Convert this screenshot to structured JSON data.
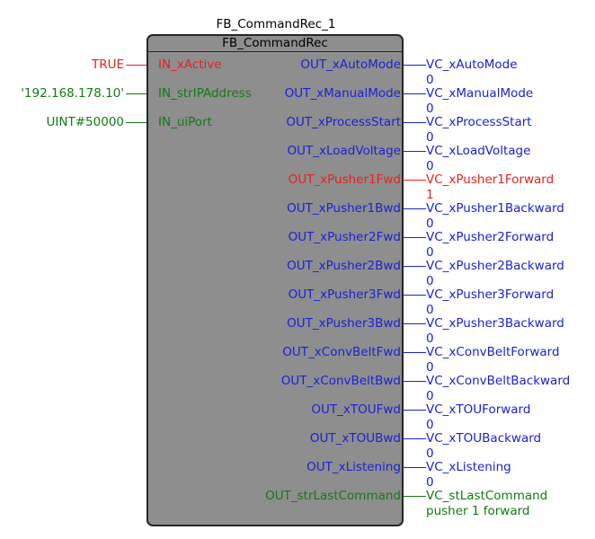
{
  "block": {
    "instance_name": "FB_CommandRec_1",
    "type_name": "FB_CommandRec"
  },
  "inputs": [
    {
      "pin": "IN_xActive",
      "value": "TRUE",
      "color": "#e8201c"
    },
    {
      "pin": "IN_strIPAddress",
      "value": "'192.168.178.10'",
      "color": "#137a13"
    },
    {
      "pin": "IN_uiPort",
      "value": "UINT#50000",
      "color": "#137a13"
    }
  ],
  "outputs": [
    {
      "pin": "OUT_xAutoMode",
      "variable": "VC_xAutoMode",
      "value": "0",
      "color": "#1a22d8"
    },
    {
      "pin": "OUT_xManualMode",
      "variable": "VC_xManualMode",
      "value": "0",
      "color": "#1a22d8"
    },
    {
      "pin": "OUT_xProcessStart",
      "variable": "VC_xProcessStart",
      "value": "0",
      "color": "#1a22d8"
    },
    {
      "pin": "OUT_xLoadVoltage",
      "variable": "VC_xLoadVoltage",
      "value": "0",
      "color": "#1a22d8"
    },
    {
      "pin": "OUT_xPusher1Fwd",
      "variable": "VC_xPusher1Forward",
      "value": "1",
      "color": "#e8201c"
    },
    {
      "pin": "OUT_xPusher1Bwd",
      "variable": "VC_xPusher1Backward",
      "value": "0",
      "color": "#1a22d8"
    },
    {
      "pin": "OUT_xPusher2Fwd",
      "variable": "VC_xPusher2Forward",
      "value": "0",
      "color": "#1a22d8"
    },
    {
      "pin": "OUT_xPusher2Bwd",
      "variable": "VC_xPusher2Backward",
      "value": "0",
      "color": "#1a22d8"
    },
    {
      "pin": "OUT_xPusher3Fwd",
      "variable": "VC_xPusher3Forward",
      "value": "0",
      "color": "#1a22d8"
    },
    {
      "pin": "OUT_xPusher3Bwd",
      "variable": "VC_xPusher3Backward",
      "value": "0",
      "color": "#1a22d8"
    },
    {
      "pin": "OUT_xConvBeltFwd",
      "variable": "VC_xConvBeltForward",
      "value": "0",
      "color": "#1a22d8"
    },
    {
      "pin": "OUT_xConvBeltBwd",
      "variable": "VC_xConvBeltBackward",
      "value": "0",
      "color": "#1a22d8"
    },
    {
      "pin": "OUT_xTOUFwd",
      "variable": "VC_xTOUForward",
      "value": "0",
      "color": "#1a22d8"
    },
    {
      "pin": "OUT_xTOUBwd",
      "variable": "VC_xTOUBackward",
      "value": "0",
      "color": "#1a22d8"
    },
    {
      "pin": "OUT_xListening",
      "variable": "VC_xListening",
      "value": "0",
      "color": "#1a22d8"
    },
    {
      "pin": "OUT_strLastCommand",
      "variable": "VC_stLastCommand",
      "value": "pusher 1 forward",
      "color": "#137a13"
    }
  ]
}
